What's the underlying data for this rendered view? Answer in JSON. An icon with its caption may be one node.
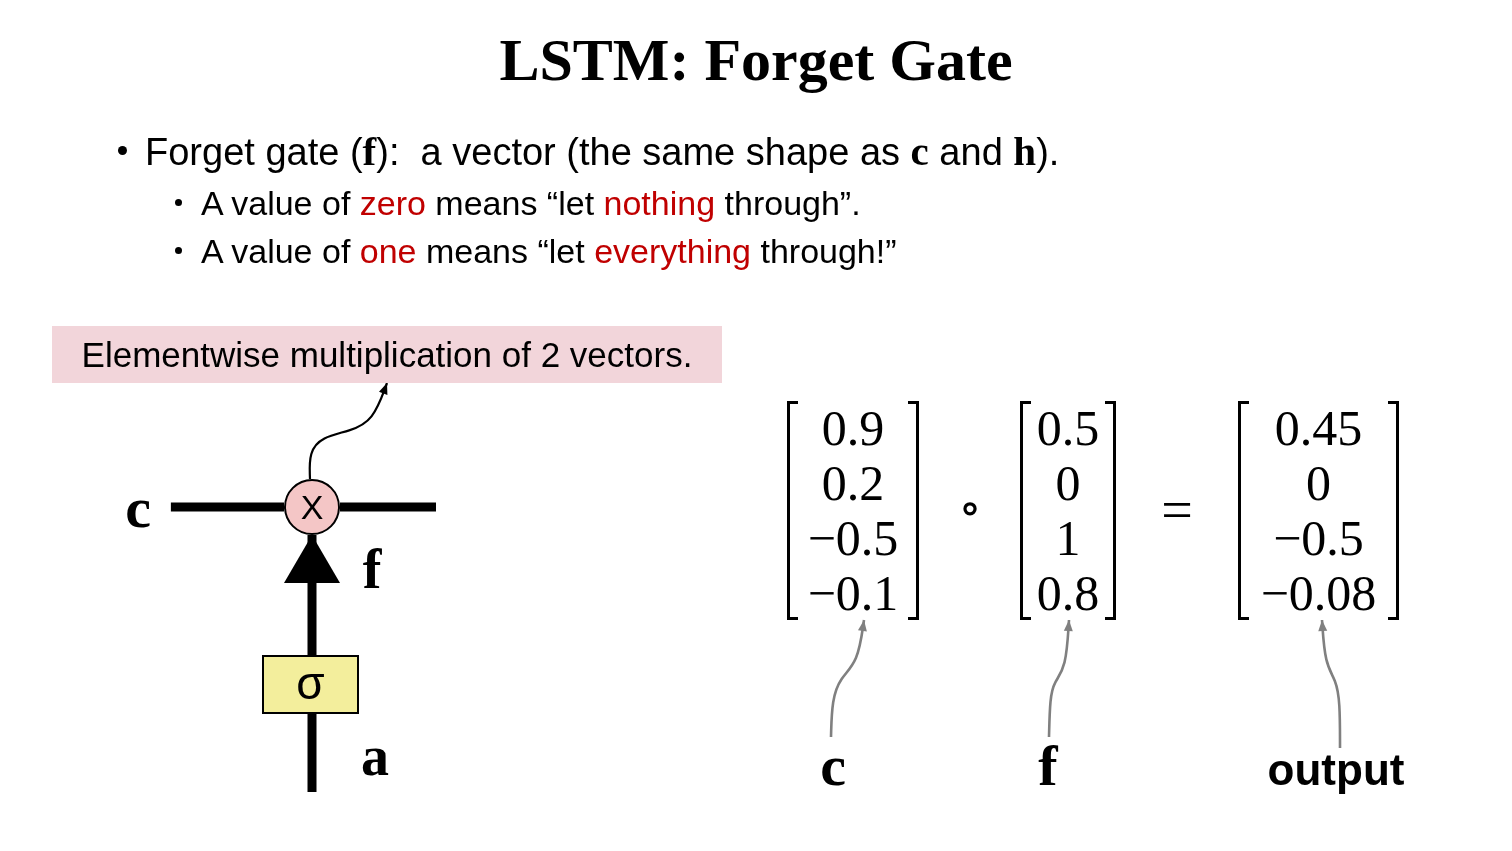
{
  "diagram": {
    "title": "LSTM: Forget Gate",
    "nodes": [
      {
        "text": [
          "Elementwise multiplication of 2 vectors."
        ]
      },
      {
        "text": [
          "c"
        ]
      },
      {
        "text": [
          "X"
        ]
      },
      {
        "text": [
          "σ"
        ]
      },
      {
        "text": [
          "0.9",
          "0.2",
          "−0.5",
          "−0.1"
        ]
      },
      {
        "text": [
          "0.5",
          "0",
          "1",
          "0.8"
        ]
      },
      {
        "text": [
          "0.45",
          "0",
          "−0.5",
          "−0.08"
        ]
      },
      {
        "text": [
          "c"
        ]
      },
      {
        "text": [
          "f"
        ]
      },
      {
        "text": [
          "output"
        ]
      }
    ],
    "edges": [
      {
        "from": 2,
        "to": 0,
        "arrow": "to"
      },
      {
        "from": 1,
        "to": 2,
        "arrow": "none",
        "style": "thick"
      },
      {
        "from": 2,
        "to": null,
        "arrow": "none",
        "style": "thick"
      },
      {
        "from": 3,
        "to": 2,
        "arrow": "to",
        "label": "f",
        "style": "thick"
      },
      {
        "from": null,
        "to": 3,
        "arrow": "none",
        "label": "a",
        "style": "thick"
      },
      {
        "from": 7,
        "to": 4,
        "arrow": "to",
        "color": "#808080"
      },
      {
        "from": 8,
        "to": 5,
        "arrow": "to",
        "color": "#808080"
      },
      {
        "from": 9,
        "to": 6,
        "arrow": "to",
        "color": "#808080"
      }
    ],
    "labels": [
      "Forget gate (**f**):  a vector (the same shape as **c** and **h**).",
      "A value of zero means “let nothing through”.",
      "A value of one means “let everything through!”",
      "∘",
      "="
    ]
  }
}
